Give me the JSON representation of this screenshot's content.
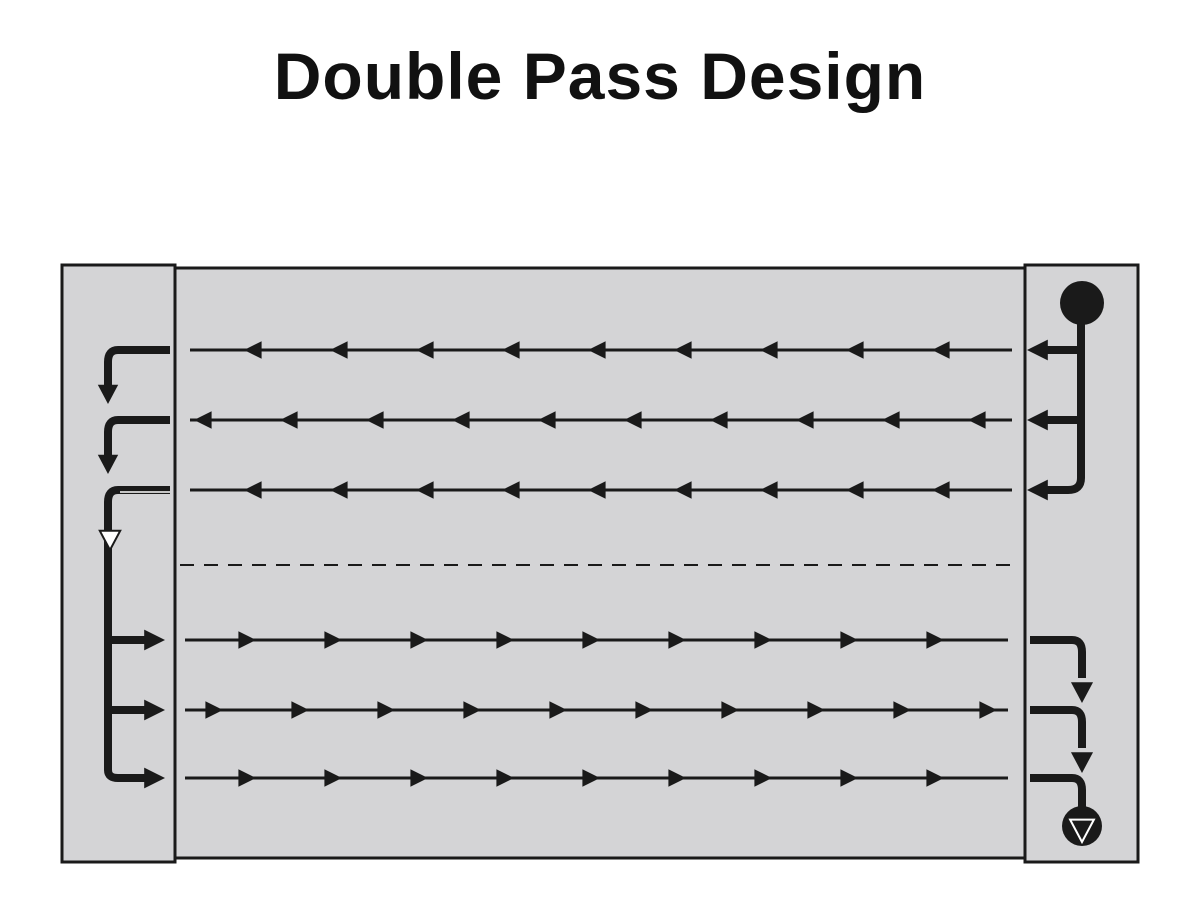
{
  "title": "Double Pass Design",
  "colors": {
    "fill": "#d4d4d6",
    "stroke": "#1a1a1a",
    "background": "#ffffff"
  },
  "diagram": {
    "first_pass_direction": "right-to-left",
    "second_pass_direction": "left-to-right",
    "tubes_per_pass": 3,
    "arrows_per_tube": [
      9,
      10,
      9,
      9,
      10,
      9
    ]
  }
}
